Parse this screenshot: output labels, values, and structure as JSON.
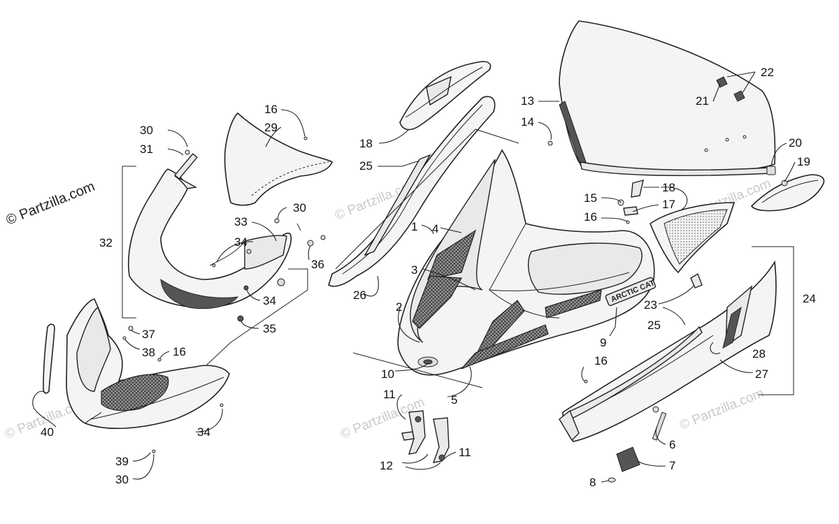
{
  "watermark": {
    "main": "© Partzilla.com",
    "faint": "© Partzilla.com"
  },
  "brand_text": "ARCTIC CAT",
  "callouts": {
    "c1": "1",
    "c2": "2",
    "c3": "3",
    "c4": "4",
    "c5": "5",
    "c6": "6",
    "c7": "7",
    "c8": "8",
    "c9": "9",
    "c10": "10",
    "c11a": "11",
    "c11b": "11",
    "c12": "12",
    "c13": "13",
    "c14": "14",
    "c15": "15",
    "c16a": "16",
    "c16b": "16",
    "c16c": "16",
    "c16d": "16",
    "c17": "17",
    "c18a": "18",
    "c18b": "18",
    "c19": "19",
    "c20": "20",
    "c21": "21",
    "c22": "22",
    "c23": "23",
    "c24": "24",
    "c25a": "25",
    "c25b": "25",
    "c26": "26",
    "c27": "27",
    "c28": "28",
    "c29": "29",
    "c30a": "30",
    "c30b": "30",
    "c30c": "30",
    "c31": "31",
    "c32": "32",
    "c33": "33",
    "c34a": "34",
    "c34b": "34",
    "c34c": "34",
    "c35": "35",
    "c36": "36",
    "c37": "37",
    "c38": "38",
    "c39": "39",
    "c40": "40"
  }
}
